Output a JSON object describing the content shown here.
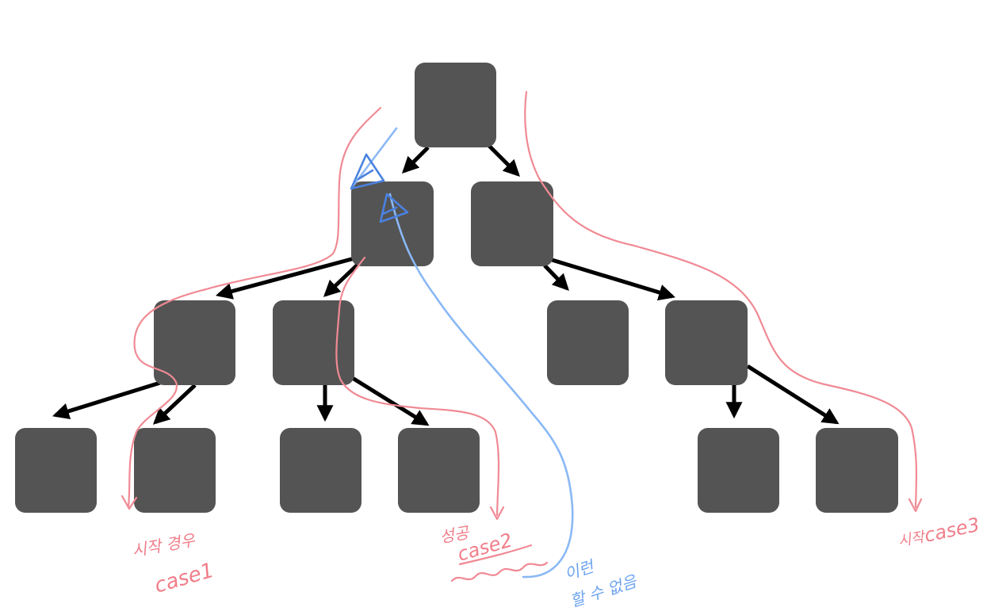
{
  "tree": {
    "nodes": [
      "n0",
      "n1",
      "n2",
      "n3",
      "n4",
      "n5",
      "n6",
      "n7",
      "n8",
      "n9",
      "n10",
      "n11",
      "n12"
    ],
    "edges": [
      [
        "n0",
        "n1"
      ],
      [
        "n0",
        "n2"
      ],
      [
        "n1",
        "n3"
      ],
      [
        "n1",
        "n4"
      ],
      [
        "n2",
        "n5"
      ],
      [
        "n2",
        "n6"
      ],
      [
        "n3",
        "n7"
      ],
      [
        "n3",
        "n8"
      ],
      [
        "n4",
        "n9"
      ],
      [
        "n4",
        "n10"
      ],
      [
        "n6",
        "n11"
      ],
      [
        "n6",
        "n12"
      ]
    ]
  },
  "annotations": {
    "case1": {
      "korean": "시작 경우",
      "label": "case1"
    },
    "case2": {
      "korean": "성공",
      "label": "case2"
    },
    "case3": {
      "korean": "시작",
      "label": "case3"
    },
    "blue_note": {
      "line1": "이런",
      "line2": "할 수 없음"
    }
  },
  "colors": {
    "node": "#545454",
    "edge": "#000000",
    "red_ink": "#f08a94",
    "blue_ink": "#8ab8f5",
    "blue_arrow": "#4a82e0"
  }
}
